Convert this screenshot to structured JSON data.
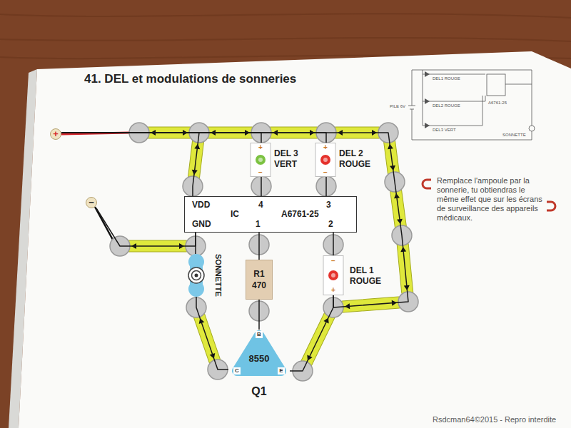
{
  "diagram": {
    "title": "41. DEL et modulations de sonneries",
    "nodes": [
      {
        "text": [
          "+"
        ]
      },
      {
        "text": [
          "+",
          "DEL 3 VERT",
          "−"
        ]
      },
      {
        "text": [
          "+",
          "DEL 2 ROUGE",
          "−"
        ]
      },
      {
        "text": [
          "−"
        ]
      },
      {
        "text": [
          "VDD",
          "4",
          "3",
          "IC",
          "A6761-25",
          "GND",
          "1",
          "2"
        ]
      },
      {
        "text": [
          "SONNETTE"
        ]
      },
      {
        "text": [
          "R1 470"
        ]
      },
      {
        "text": [
          "−",
          "DEL 1 ROUGE",
          "+"
        ]
      },
      {
        "text": [
          "B",
          "8550",
          "C",
          "E",
          "Q1"
        ]
      }
    ],
    "edges": [
      {
        "from": 0,
        "to": 4,
        "arrow": "none"
      },
      {
        "from": 0,
        "to": 1,
        "arrow": "none"
      },
      {
        "from": 0,
        "to": 2,
        "arrow": "none"
      },
      {
        "from": 0,
        "to": 7,
        "arrow": "none"
      },
      {
        "from": 1,
        "to": 4,
        "arrow": "none"
      },
      {
        "from": 2,
        "to": 4,
        "arrow": "none"
      },
      {
        "from": 3,
        "to": 4,
        "arrow": "none"
      },
      {
        "from": 4,
        "to": 5,
        "arrow": "none"
      },
      {
        "from": 4,
        "to": 6,
        "arrow": "none"
      },
      {
        "from": 4,
        "to": 7,
        "arrow": "none"
      },
      {
        "from": 6,
        "to": 8,
        "arrow": "none"
      },
      {
        "from": 7,
        "to": 8,
        "arrow": "none"
      },
      {
        "from": 8,
        "to": 5,
        "arrow": "none"
      }
    ],
    "labels": [
      "Remplace l'ampoule par la sonnerie, tu obtiendras le même effet que sur les écrans de surveillance des appareils médicaux.",
      "PILE 6V",
      "DEL1 ROUGE",
      "DEL2 ROUGE",
      "DEL3 VERT",
      "A6761-25",
      "SONNETTE",
      "Rsdcman64©2015 - Repro interdite"
    ]
  }
}
